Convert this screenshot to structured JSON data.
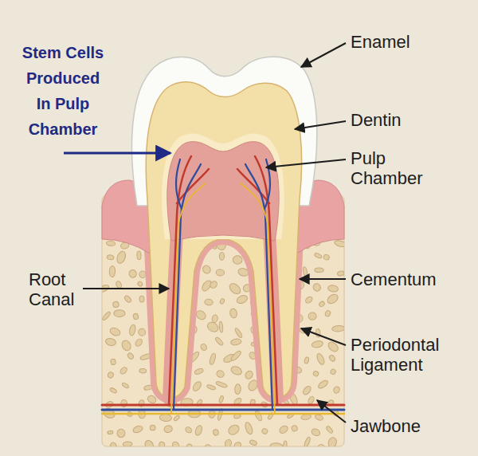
{
  "diagram": {
    "labels": [
      "Stem Cells Produced In Pulp Chamber",
      "Enamel",
      "Dentin",
      "Pulp Chamber",
      "Root Canal",
      "Cementum",
      "Periodontal Ligament",
      "Jawbone"
    ]
  }
}
